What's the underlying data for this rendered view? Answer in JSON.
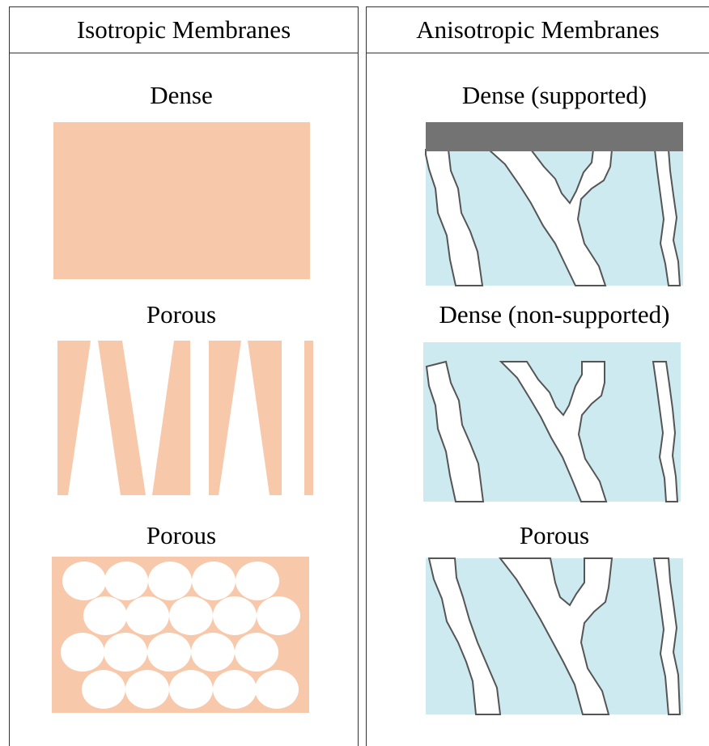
{
  "colors": {
    "isotropic_fill": "#f8c8aa",
    "anisotropic_fill": "#cdeaf0",
    "pore_outline": "#555555",
    "dense_support_layer": "#737373",
    "border": "#333333"
  },
  "isotropic": {
    "title": "Isotropic Membranes",
    "sections": [
      {
        "label": "Dense"
      },
      {
        "label": "Porous"
      },
      {
        "label": "Porous"
      }
    ]
  },
  "anisotropic": {
    "title": "Anisotropic Membranes",
    "sections": [
      {
        "label": "Dense (supported)"
      },
      {
        "label": "Dense (non-supported)"
      },
      {
        "label": "Porous"
      }
    ]
  }
}
